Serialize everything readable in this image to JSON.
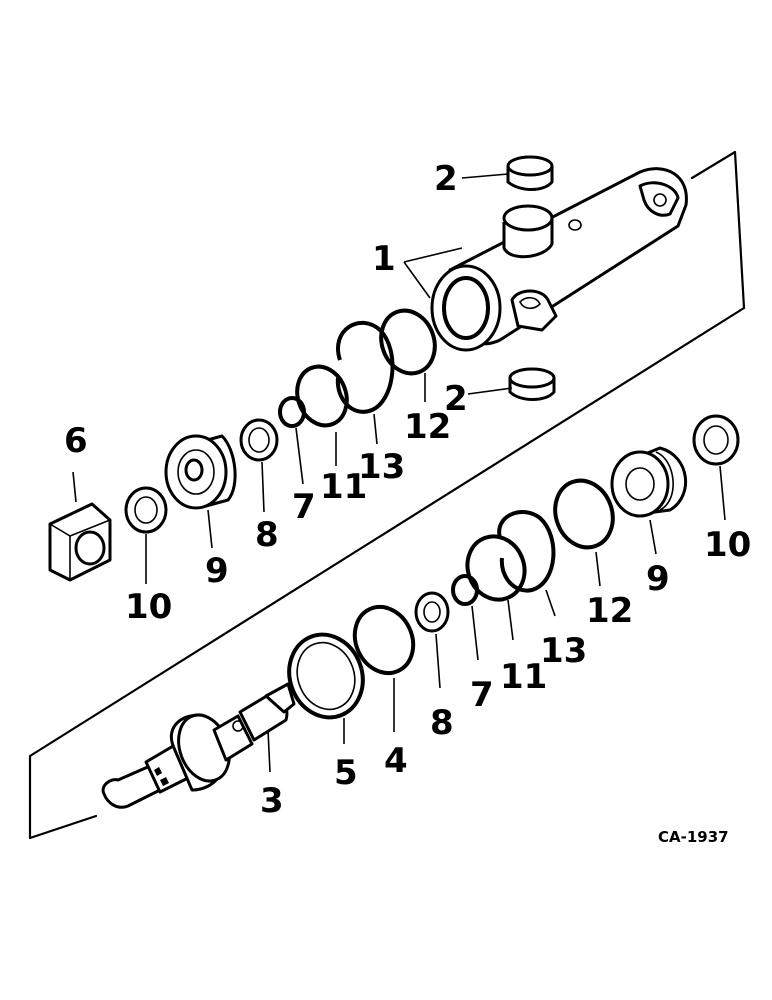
{
  "diagram": {
    "code": "CA-1937",
    "labels": {
      "l1": "1",
      "l2_top": "2",
      "l2_bottom": "2",
      "l3": "3",
      "l4": "4",
      "l5": "5",
      "l6": "6",
      "l7_upper": "7",
      "l7_lower": "7",
      "l8_upper": "8",
      "l8_lower": "8",
      "l9_left": "9",
      "l9_right": "9",
      "l10_left": "10",
      "l10_right": "10",
      "l11_upper": "11",
      "l11_lower": "11",
      "l12_upper": "12",
      "l12_lower": "12",
      "l13_upper": "13",
      "l13_lower": "13"
    }
  }
}
